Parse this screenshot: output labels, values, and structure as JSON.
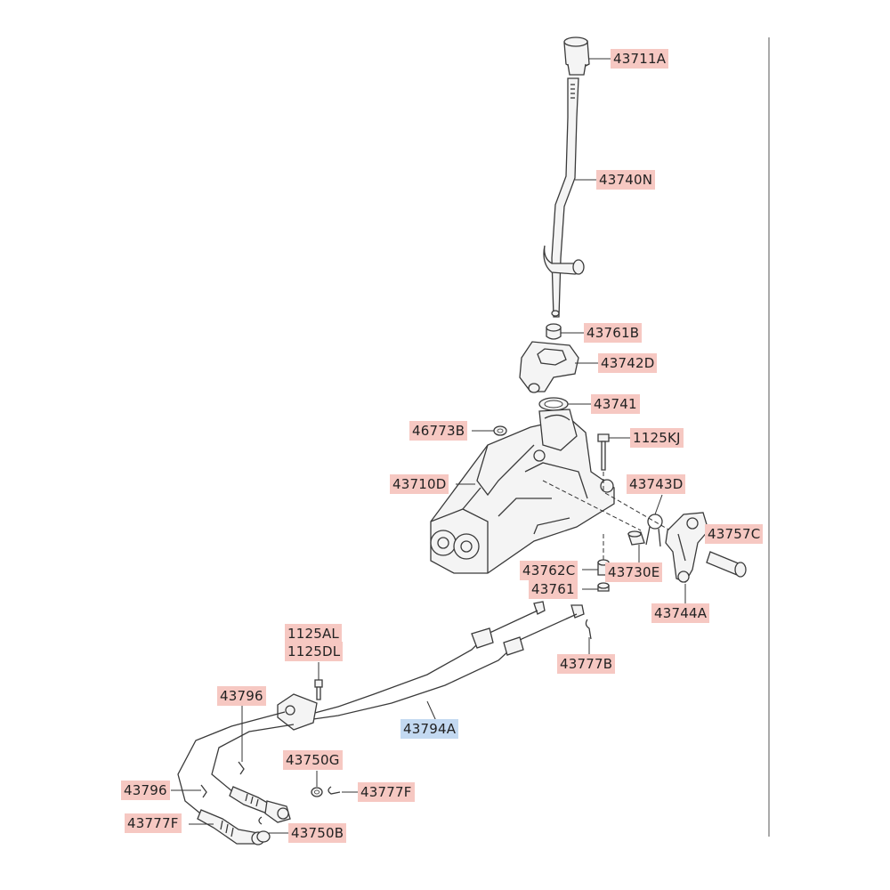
{
  "callouts": [
    {
      "id": "43711A",
      "label": "43711A",
      "highlight": "red"
    },
    {
      "id": "43740N",
      "label": "43740N",
      "highlight": "red"
    },
    {
      "id": "43761B",
      "label": "43761B",
      "highlight": "red"
    },
    {
      "id": "43742D",
      "label": "43742D",
      "highlight": "red"
    },
    {
      "id": "43741",
      "label": "43741",
      "highlight": "red"
    },
    {
      "id": "46773B",
      "label": "46773B",
      "highlight": "red"
    },
    {
      "id": "1125KJ",
      "label": "1125KJ",
      "highlight": "red"
    },
    {
      "id": "43710D",
      "label": "43710D",
      "highlight": "red"
    },
    {
      "id": "43743D",
      "label": "43743D",
      "highlight": "red"
    },
    {
      "id": "43757C",
      "label": "43757C",
      "highlight": "red"
    },
    {
      "id": "43762C",
      "label": "43762C",
      "highlight": "red"
    },
    {
      "id": "43730E",
      "label": "43730E",
      "highlight": "red"
    },
    {
      "id": "43761",
      "label": "43761",
      "highlight": "red"
    },
    {
      "id": "43744A",
      "label": "43744A",
      "highlight": "red"
    },
    {
      "id": "1125AL",
      "label": "1125AL",
      "highlight": "red"
    },
    {
      "id": "1125DL",
      "label": "1125DL",
      "highlight": "red"
    },
    {
      "id": "43777B",
      "label": "43777B",
      "highlight": "red"
    },
    {
      "id": "43796_top",
      "label": "43796",
      "highlight": "red"
    },
    {
      "id": "43794A",
      "label": "43794A",
      "highlight": "blue"
    },
    {
      "id": "43750G",
      "label": "43750G",
      "highlight": "red"
    },
    {
      "id": "43796_bottom",
      "label": "43796",
      "highlight": "red"
    },
    {
      "id": "43777F_right",
      "label": "43777F",
      "highlight": "red"
    },
    {
      "id": "43777F_left",
      "label": "43777F",
      "highlight": "red"
    },
    {
      "id": "43750B",
      "label": "43750B",
      "highlight": "red"
    }
  ],
  "colors": {
    "callout_red": "#f6c8c2",
    "callout_blue": "#c3d9f1",
    "line": "#3a3a3a"
  }
}
